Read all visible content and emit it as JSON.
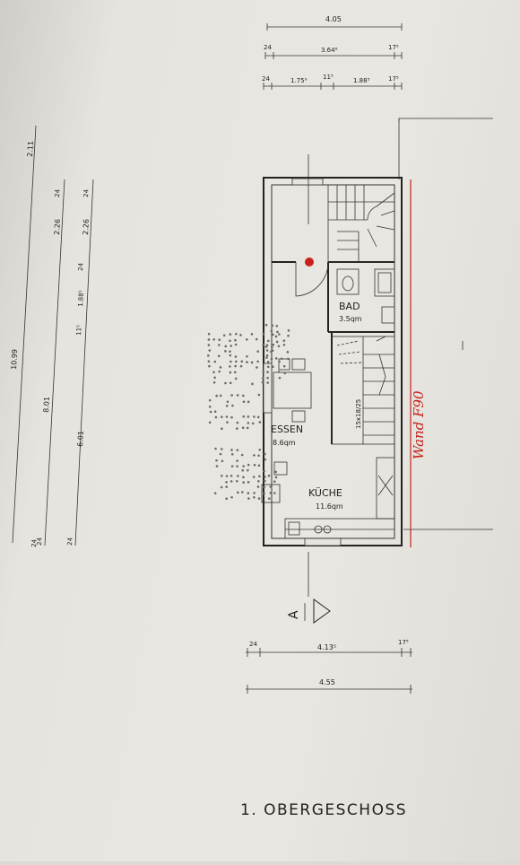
{
  "sheet_title": "1. OBERGESCHOSS",
  "rooms": {
    "bath": {
      "name": "BAD",
      "area": "3.5qm"
    },
    "dining": {
      "name": "ESSEN",
      "area": "8.6qm"
    },
    "kitchen": {
      "name": "KÜCHE",
      "area": "11.6qm"
    }
  },
  "stair_label": "15x18/25",
  "wall_note": "Wand F90",
  "section_marker": "A",
  "top_dimensions": {
    "overall": "4.05",
    "row2": [
      "24",
      "3.64⁶",
      "17⁵"
    ],
    "row3": [
      "24",
      "1.75⁹",
      "11⁵",
      "1.88⁵",
      "17⁵"
    ]
  },
  "bottom_dimensions": {
    "row1": [
      "24",
      "4.13⁵",
      "17⁵"
    ],
    "overall": "4.55"
  },
  "left_dimensions": {
    "outer": [
      "10.99",
      "2.11",
      "24"
    ],
    "middle": [
      "8.01",
      "2.26",
      "24",
      "24"
    ],
    "inner": [
      "6.01",
      "1.88⁵",
      "11⁵",
      "2.26",
      "24",
      "24",
      "24"
    ]
  },
  "colors": {
    "annotation_red": "#c8211c",
    "ink": "#222222"
  }
}
